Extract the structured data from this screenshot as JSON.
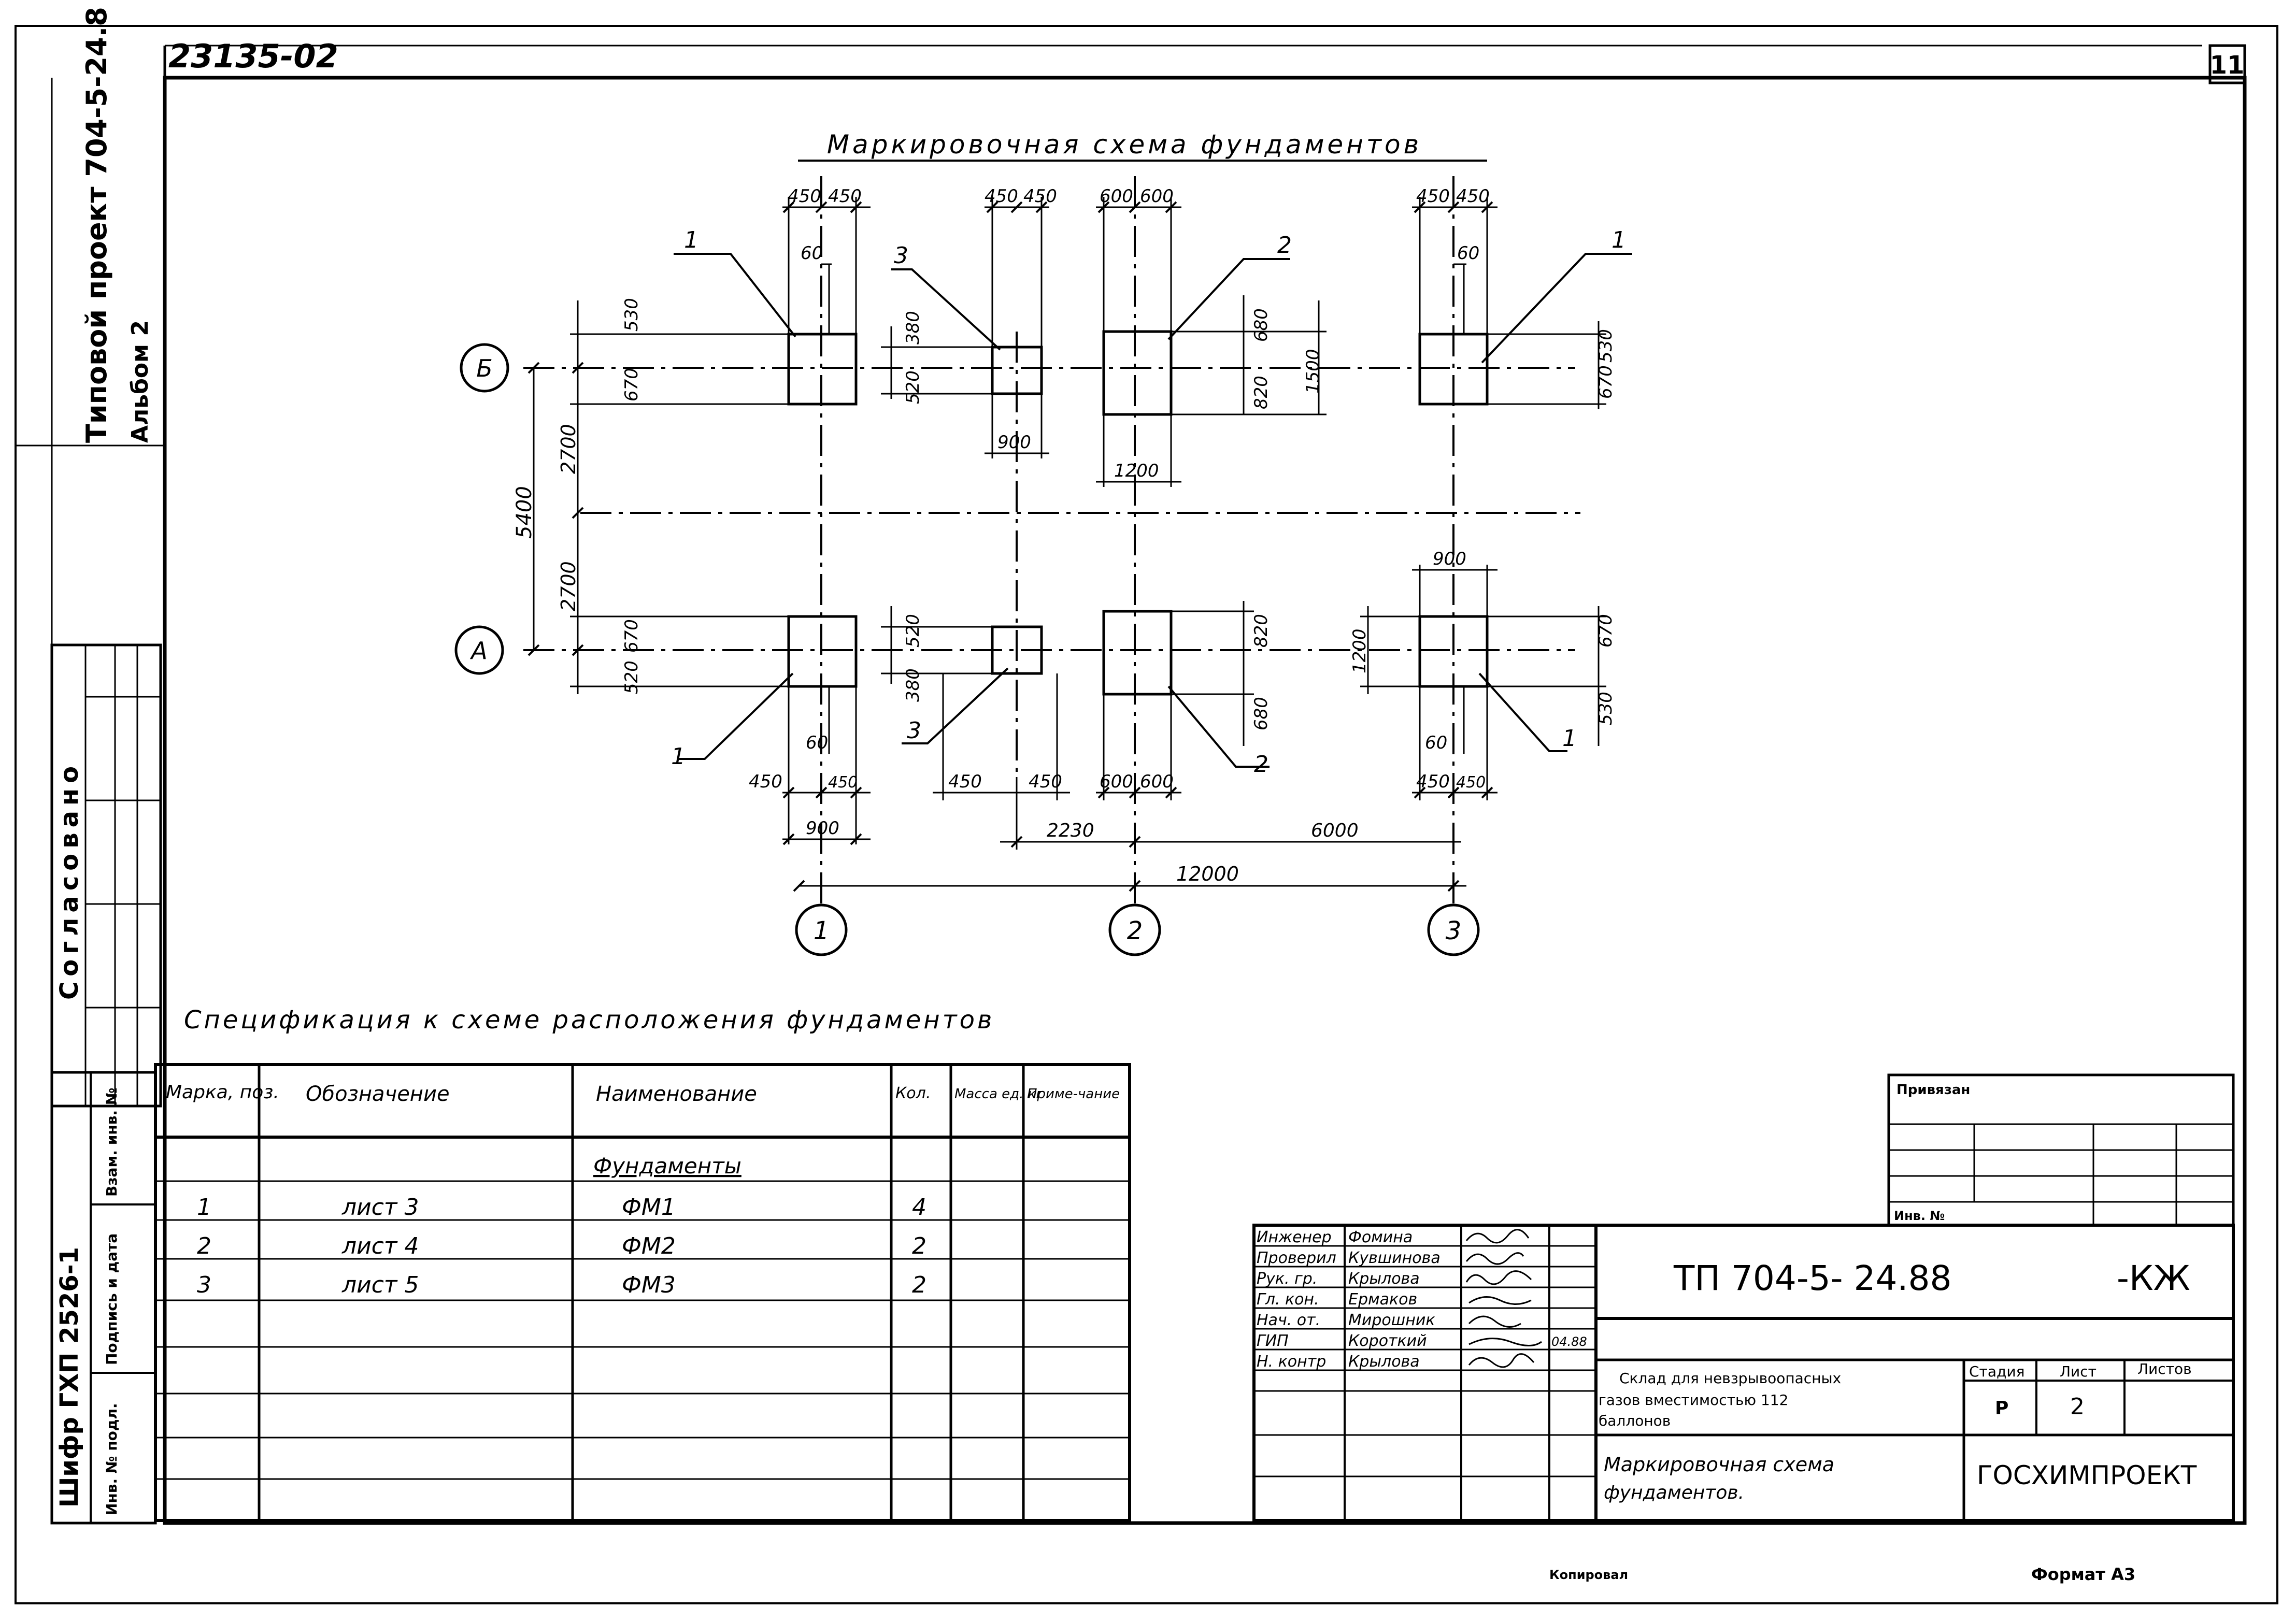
{
  "header": {
    "code": "23135-02",
    "sheet_corner": "11"
  },
  "left_margin": {
    "project_line1": "Типовой проект 704-5-24.8",
    "project_line2": "Альбом 2",
    "approved": "Согласовано",
    "inv_podl": "Инв. № подл.",
    "podpis_data": "Подпись и дата",
    "vzam_inv": "Взам. инв. №",
    "shifr": "Шифр ГХП 2526-1"
  },
  "scheme": {
    "title": "Маркировочная схема фундаментов",
    "axis_rows": [
      "Б",
      "А"
    ],
    "axis_cols": [
      "1",
      "2",
      "3"
    ],
    "marks_top": [
      "1",
      "3",
      "2",
      "1"
    ],
    "marks_bottom": [
      "1",
      "3",
      "2",
      "1"
    ],
    "dims": {
      "d450": "450",
      "d600": "600",
      "d60": "60",
      "d530": "530",
      "d670": "670",
      "d380": "380",
      "d520": "520",
      "d680": "680",
      "d820": "820",
      "d1500": "1500",
      "d900": "900",
      "d1200": "1200",
      "d5400": "5400",
      "d2700": "2700",
      "d2230": "2230",
      "d6000": "6000",
      "d12000": "12000"
    }
  },
  "spec": {
    "title": "Спецификация к схеме расположения фундаментов",
    "headers": [
      "Марка, поз.",
      "Обозначение",
      "Наименование",
      "Кол.",
      "Масса ед. кг",
      "Приме-чание"
    ],
    "group": "Фундаменты",
    "rows": [
      {
        "mark": "1",
        "sheet": "лист 3",
        "name": "ФМ1",
        "qty": "4"
      },
      {
        "mark": "2",
        "sheet": "лист 4",
        "name": "ФМ2",
        "qty": "2"
      },
      {
        "mark": "3",
        "sheet": "лист 5",
        "name": "ФМ3",
        "qty": "2"
      }
    ]
  },
  "stamp": {
    "applied": "Привязан",
    "inv_no": "Инв. №",
    "roles": [
      "Инженер",
      "Проверил",
      "Рук. гр.",
      "Гл. кон.",
      "Нач. от.",
      "ГИП",
      "Н. контр"
    ],
    "names": [
      "Фомина",
      "Кувшинова",
      "Крылова",
      "Ермаков",
      "Мирошник",
      "Короткий",
      "Крылова"
    ],
    "date_note": "04.88",
    "doc_code": "ТП 704-5- 24.88",
    "doc_suffix": "-КЖ",
    "object_desc_l1": "Склад для невзрывоопасных",
    "object_desc_l2": "газов вместимостью 112",
    "object_desc_l3": "баллонов",
    "sheet_title_l1": "Маркировочная схема",
    "sheet_title_l2": "фундаментов.",
    "stage_label": "Стадия",
    "sheet_label": "Лист",
    "sheets_label": "Листов",
    "stage": "Р",
    "sheet": "2",
    "org": "ГОСХИМПРОЕКТ"
  },
  "footer": {
    "copied": "Копировал",
    "format": "Формат А3"
  }
}
